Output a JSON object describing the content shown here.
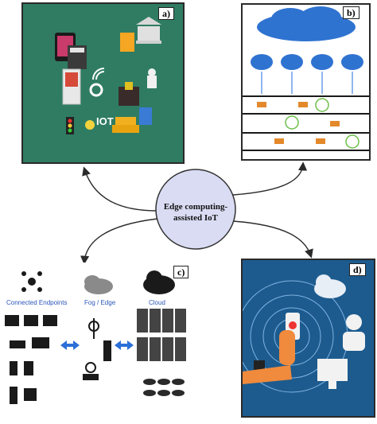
{
  "center": {
    "line1": "Edge computing-",
    "line2": "assisted IoT"
  },
  "panels": {
    "a": {
      "tag": "a)",
      "iot_label": "IOT"
    },
    "b": {
      "tag": "b)"
    },
    "c": {
      "tag": "c)",
      "col1": "Connected Endpoints",
      "col2": "Fog / Edge",
      "col3": "Cloud"
    },
    "d": {
      "tag": "d)"
    }
  },
  "colors": {
    "panel_a_bg": "#2f7c63",
    "panel_d_bg": "#1d5b8e",
    "circle_fill": "#d9dcf3",
    "cloud_blue": "#2f73d1",
    "arrow_blue": "#3b6fe0"
  }
}
